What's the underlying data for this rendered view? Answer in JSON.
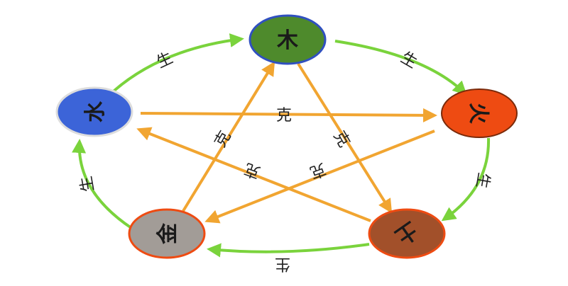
{
  "nodes": {
    "wood": {
      "glyph": "木",
      "color": "#4e8a2c"
    },
    "fire": {
      "glyph": "火",
      "color": "#ee4b12"
    },
    "earth": {
      "glyph": "土",
      "color": "#a2502a"
    },
    "metal": {
      "glyph": "金",
      "color": "#a29c97"
    },
    "water": {
      "glyph": "水",
      "color": "#3c64d8"
    }
  },
  "labels": {
    "generate": "生",
    "overcome": "克"
  },
  "colors": {
    "generate_arrow": "#7ad33c",
    "overcome_arrow": "#f1a531",
    "node_border": "#ee4b12"
  }
}
